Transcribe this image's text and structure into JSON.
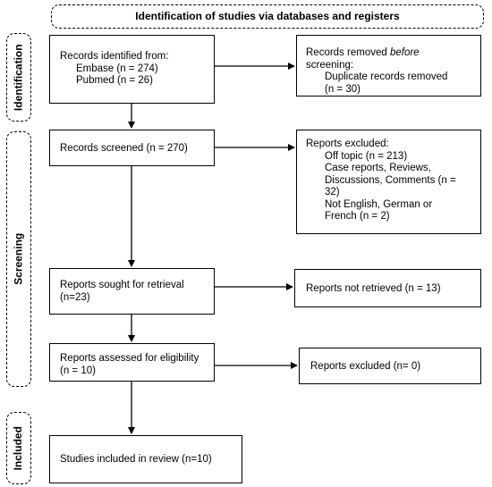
{
  "header": {
    "title": "Identification of studies via databases and registers"
  },
  "phases": {
    "identification": "Identification",
    "screening": "Screening",
    "included": "Included"
  },
  "identified": {
    "heading": "Records identified from:",
    "sources": [
      "Embase (n = 274)",
      "Pubmed (n = 26)"
    ]
  },
  "removed": {
    "heading_prefix": "Records removed ",
    "heading_emphasis": "before",
    "heading_suffix": "screening",
    "detail": "Duplicate records removed",
    "count": "(n = 30)"
  },
  "screened": {
    "label": "Records screened (n = 270)"
  },
  "excluded_reports": {
    "heading": "Reports excluded:",
    "items": [
      "Off topic (n = 213)",
      "Case reports, Reviews,",
      "Discussions, Comments (n =",
      "32)",
      "Not English, German or",
      "French (n = 2)"
    ]
  },
  "sought": {
    "line1": "Reports sought for retrieval",
    "line2": "(n=23)"
  },
  "not_retrieved": {
    "label": "Reports not retrieved (n = 13)"
  },
  "assessed": {
    "line1": "Reports assessed for eligibility",
    "line2": "(n = 10)"
  },
  "excluded_final": {
    "label": "Reports excluded (n= 0)"
  },
  "included": {
    "label": "Studies included in review (n=10)"
  }
}
